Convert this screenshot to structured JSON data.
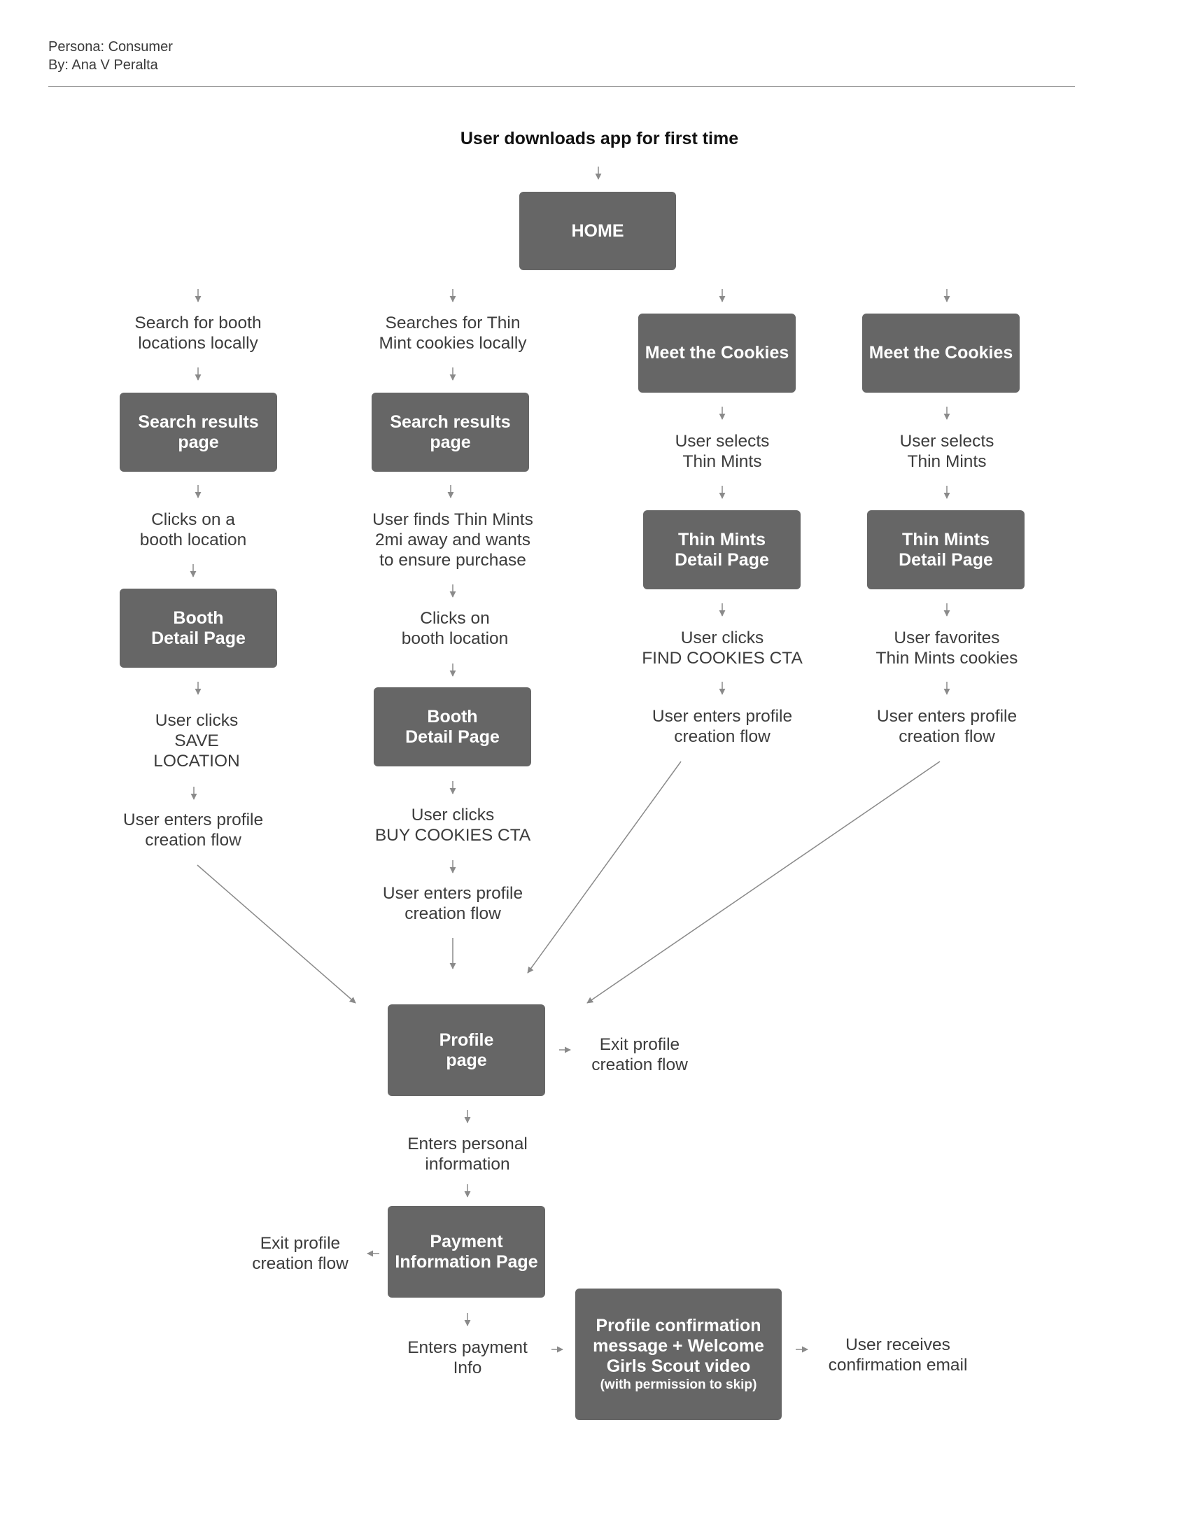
{
  "header": {
    "persona": "Persona: Consumer",
    "author": "By: Ana V Peralta"
  },
  "title": "User downloads app for first time",
  "nodes": {
    "home": "HOME",
    "search_results_1": "Search results\npage",
    "search_results_2": "Search results\npage",
    "meet_cookies_1": "Meet the Cookies",
    "meet_cookies_2": "Meet the Cookies",
    "booth_detail_1": "Booth\nDetail Page",
    "booth_detail_2": "Booth\nDetail Page",
    "thin_mints_detail_1": "Thin Mints\nDetail Page",
    "thin_mints_detail_2": "Thin Mints\nDetail Page",
    "profile_page": "Profile\npage",
    "payment_page": "Payment\nInformation Page",
    "confirmation": "Profile confirmation\nmessage + Welcome\nGirls Scout video",
    "confirmation_sub": "(with permission to skip)"
  },
  "steps": {
    "search_booth": "Search for booth\nlocations locally",
    "search_thin_mint": "Searches for Thin\nMint cookies locally",
    "clicks_booth_1": "Clicks on a\nbooth location",
    "user_finds": "User finds Thin Mints\n2mi away and wants\nto ensure purchase",
    "clicks_booth_2": "Clicks on\nbooth location",
    "save_location": "User clicks\nSAVE\nLOCATION",
    "profile_flow_1": "User enters profile\ncreation flow",
    "buy_cookies": "User clicks\nBUY COOKIES CTA",
    "profile_flow_2": "User enters profile\ncreation flow",
    "selects_thin_mints_1": "User selects\nThin Mints",
    "selects_thin_mints_2": "User selects\nThin Mints",
    "find_cookies": "User clicks\nFIND COOKIES CTA",
    "favorites": "User favorites\nThin Mints cookies",
    "profile_flow_3": "User enters profile\ncreation flow",
    "profile_flow_4": "User enters profile\ncreation flow",
    "exit_flow_1": "Exit profile\ncreation flow",
    "personal_info": "Enters personal\ninformation",
    "exit_flow_2": "Exit profile\ncreation flow",
    "payment_info": "Enters payment\nInfo",
    "confirmation_email": "User receives\nconfirmation email"
  }
}
